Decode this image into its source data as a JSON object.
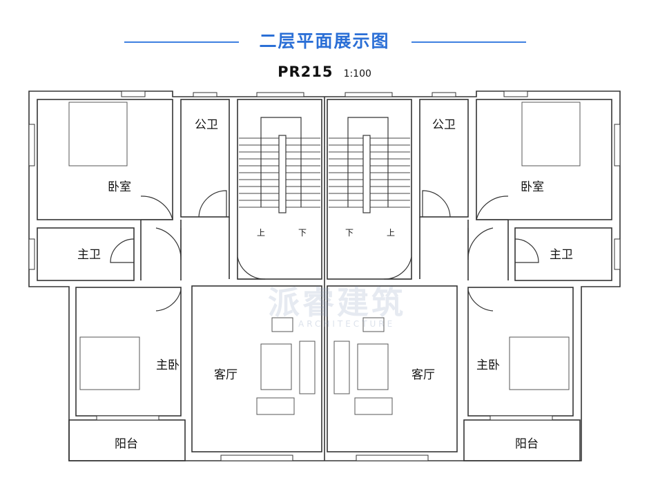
{
  "header": {
    "title": "二层平面展示图",
    "plan_code": "PR215",
    "scale": "1:100",
    "accent_color": "#2b6fd6"
  },
  "watermark": {
    "text": "派睿建筑",
    "subtext": "ARCHITECTURE"
  },
  "rooms": {
    "bedroom_left": "卧室",
    "bedroom_right": "卧室",
    "public_bath_left": "公卫",
    "public_bath_right": "公卫",
    "master_bath_left": "主卫",
    "master_bath_right": "主卫",
    "master_bed_left": "主卧",
    "master_bed_right": "主卧",
    "living_left": "客厅",
    "living_right": "客厅",
    "balcony_left": "阳台",
    "balcony_right": "阳台"
  },
  "stairs": {
    "left_up": "上",
    "left_down": "下",
    "right_down": "下",
    "right_up": "上"
  }
}
